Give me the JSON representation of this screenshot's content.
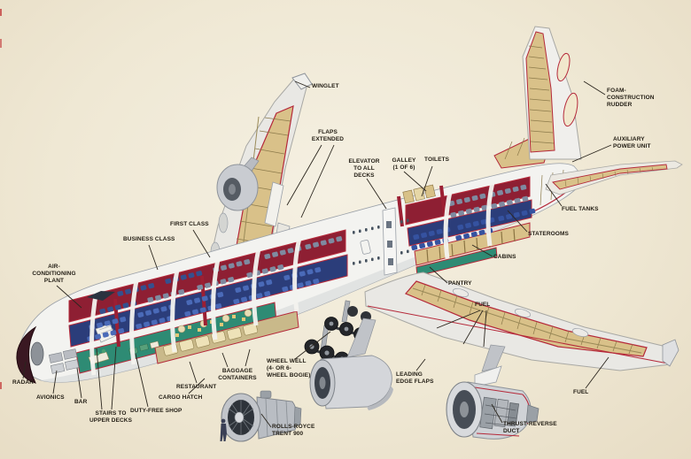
{
  "diagram": {
    "type": "cutaway-aircraft-illustration",
    "labels": [
      {
        "id": "winglet",
        "text": "WINGLET"
      },
      {
        "id": "flaps-extended",
        "text": "FLAPS\nEXTENDED"
      },
      {
        "id": "elevator-to-all-decks",
        "text": "ELEVATOR\nTO ALL\nDECKS"
      },
      {
        "id": "galley",
        "text": "GALLEY\n(1 OF 6)"
      },
      {
        "id": "toilets",
        "text": "TOILETS"
      },
      {
        "id": "foam-construction-rudder",
        "text": "FOAM-\nCONSTRUCTION\nRUDDER"
      },
      {
        "id": "auxiliary-power-unit",
        "text": "AUXILIARY\nPOWER UNIT"
      },
      {
        "id": "fuel-tanks",
        "text": "FUEL TANKS"
      },
      {
        "id": "staterooms",
        "text": "STATEROOMS"
      },
      {
        "id": "cabins",
        "text": "CABINS"
      },
      {
        "id": "pantry",
        "text": "PANTRY"
      },
      {
        "id": "fuel-center",
        "text": "FUEL"
      },
      {
        "id": "first-class",
        "text": "FIRST CLASS"
      },
      {
        "id": "business-class",
        "text": "BUSINESS CLASS"
      },
      {
        "id": "air-conditioning-plant",
        "text": "AIR-\nCONDITIONING\nPLANT"
      },
      {
        "id": "radar",
        "text": "RADAR"
      },
      {
        "id": "avionics",
        "text": "AVIONICS"
      },
      {
        "id": "bar",
        "text": "BAR"
      },
      {
        "id": "stairs-to-upper-decks",
        "text": "STAIRS TO\nUPPER DECKS"
      },
      {
        "id": "duty-free-shop",
        "text": "DUTY-FREE SHOP"
      },
      {
        "id": "cargo-hatch",
        "text": "CARGO HATCH"
      },
      {
        "id": "restaurant",
        "text": "RESTAURANT"
      },
      {
        "id": "baggage-containers",
        "text": "BAGGAGE\nCONTAINERS"
      },
      {
        "id": "wheel-well",
        "text": "WHEEL WELL\n(4- OR 6-\nWHEEL BOGIE)"
      },
      {
        "id": "rolls-royce-trent-900",
        "text": "ROLLS-ROYCE\nTRENT 900"
      },
      {
        "id": "leading-edge-flaps",
        "text": "LEADING\nEDGE FLAPS"
      },
      {
        "id": "fuel-right",
        "text": "FUEL"
      },
      {
        "id": "thrust-reverse-duct",
        "text": "THRUST-REVERSE\nDUCT"
      }
    ],
    "palette": {
      "background": "#efe8d4",
      "cutaway_outline_red": "#b5293a",
      "rib_tan": "#d9c189",
      "carpet_red": "#8e1f33",
      "seat_blue": "#4a6ab8",
      "deck_blue": "#2b3d7a",
      "floor_teal": "#2e8b74",
      "metal_gray": "#c6c9ce",
      "radome_maroon": "#3a1822",
      "label_text": "#211c13"
    }
  }
}
